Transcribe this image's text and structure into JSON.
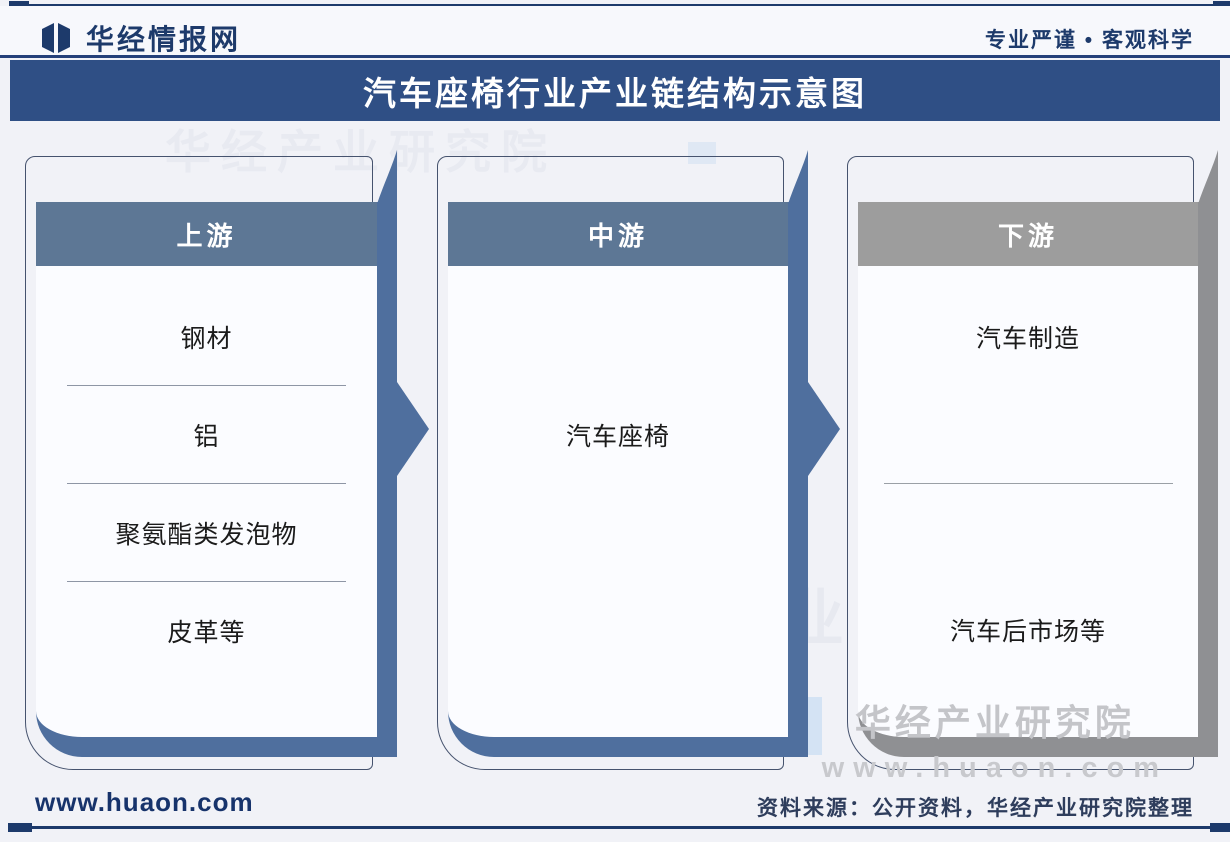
{
  "header": {
    "logo_text": "华经情报网",
    "slogan": "专业严谨 • 客观科学"
  },
  "title": "汽车座椅行业产业链结构示意图",
  "chain": {
    "columns": [
      {
        "header": "上游",
        "items": [
          "钢材",
          "铝",
          "聚氨酯类发泡物",
          "皮革等"
        ]
      },
      {
        "header": "中游",
        "items": [
          "",
          "汽车座椅",
          "",
          ""
        ]
      },
      {
        "header": "下游",
        "items": [
          "汽车制造",
          "",
          "",
          "汽车后市场等"
        ]
      }
    ]
  },
  "watermark": {
    "brand": "华经产业研究院",
    "site": "www.huaon.com",
    "ghost_char": "业"
  },
  "footer": {
    "site": "www.huaon.com",
    "source": "资料来源：公开资料，华经产业研究院整理"
  },
  "colors": {
    "title_bar": "#2f4f85",
    "band_blue": "#4f6f9e",
    "header_blue": "#5d7795",
    "header_gray": "#9d9d9d",
    "band_gray": "#8f9093",
    "navy": "#1d3a6b",
    "page_bg": "#f1f2f7"
  }
}
